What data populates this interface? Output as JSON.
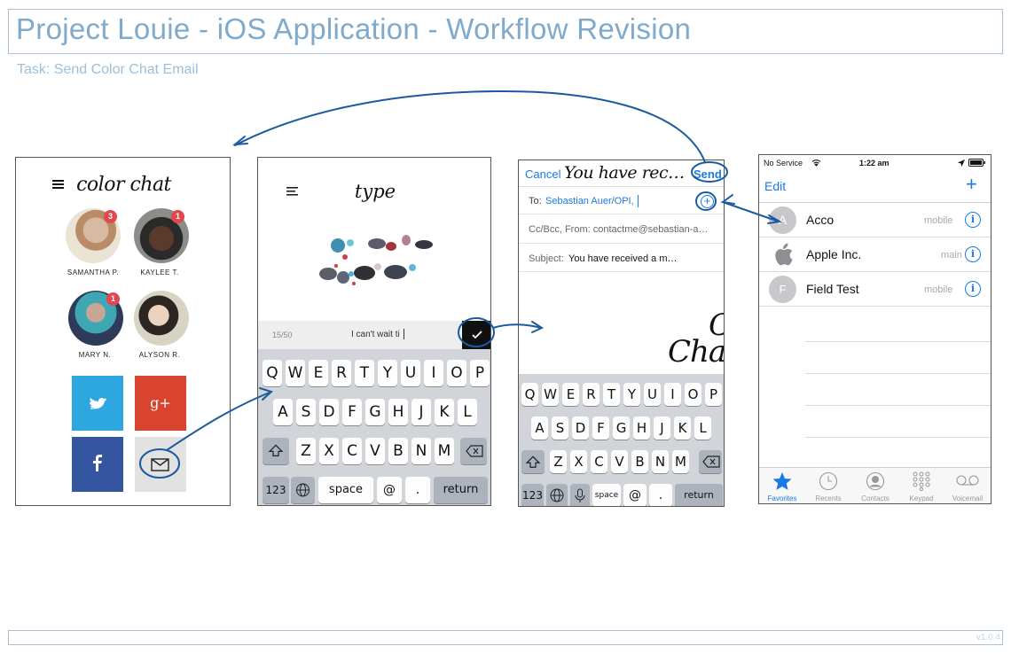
{
  "header": {
    "title": "Project Louie - iOS Application - Workflow Revision",
    "task": "Task: Send Color Chat Email"
  },
  "footer": {
    "version": "v1.0.4"
  },
  "screen1": {
    "app_title": "color chat",
    "contacts": [
      {
        "name": "SAMANTHA P.",
        "badge": "3"
      },
      {
        "name": "KAYLEE T.",
        "badge": "1"
      },
      {
        "name": "MARY N.",
        "badge": "1"
      },
      {
        "name": "ALYSON R.",
        "badge": ""
      }
    ],
    "tiles": {
      "googleplus": "g+"
    }
  },
  "screen2": {
    "title": "type",
    "counter": "15/50",
    "input_text": "I can't wait ti",
    "keyboard": {
      "row1": [
        "Q",
        "W",
        "E",
        "R",
        "T",
        "Y",
        "U",
        "I",
        "O",
        "P"
      ],
      "row2": [
        "A",
        "S",
        "D",
        "F",
        "G",
        "H",
        "J",
        "K",
        "L"
      ],
      "row3": [
        "Z",
        "X",
        "C",
        "V",
        "B",
        "N",
        "M"
      ],
      "num": "123",
      "space": "space",
      "at": "@",
      "dot": ".",
      "return": "return"
    }
  },
  "screen3": {
    "cancel": "Cancel",
    "subject_title": "You have rec…",
    "send": "Send",
    "to_label": "To:",
    "to_value": "Sebastian Auer/OPI,",
    "ccbcc": "Cc/Bcc, From: contactme@sebastian-a…",
    "subject_label": "Subject:",
    "subject_value": "You have received a m…",
    "preview_line1": "C",
    "preview_line2": "Cha",
    "keyboard": {
      "row1": [
        "Q",
        "W",
        "E",
        "R",
        "T",
        "Y",
        "U",
        "I",
        "O",
        "P"
      ],
      "row2": [
        "A",
        "S",
        "D",
        "F",
        "G",
        "H",
        "J",
        "K",
        "L"
      ],
      "row3": [
        "Z",
        "X",
        "C",
        "V",
        "B",
        "N",
        "M"
      ],
      "num": "123",
      "space": "space",
      "at": "@",
      "dot": ".",
      "return": "return"
    }
  },
  "screen4": {
    "status_carrier": "No Service",
    "status_time": "1:22 am",
    "edit": "Edit",
    "add": "+",
    "contacts": [
      {
        "initial": "A",
        "name": "Acco",
        "label": "mobile"
      },
      {
        "initial": "",
        "name": "Apple Inc.",
        "label": "main"
      },
      {
        "initial": "F",
        "name": "Field Test",
        "label": "mobile"
      }
    ],
    "tabs": [
      "Favorites",
      "Recents",
      "Contacts",
      "Keypad",
      "Voicemail"
    ]
  },
  "colors": {
    "annotation": "#1b5a9e",
    "ios_blue": "#1a7ae5",
    "title": "#7faacc",
    "badge": "#e2474f",
    "twitter": "#2ea7e0",
    "googleplus": "#d94430",
    "facebook": "#34559f"
  }
}
